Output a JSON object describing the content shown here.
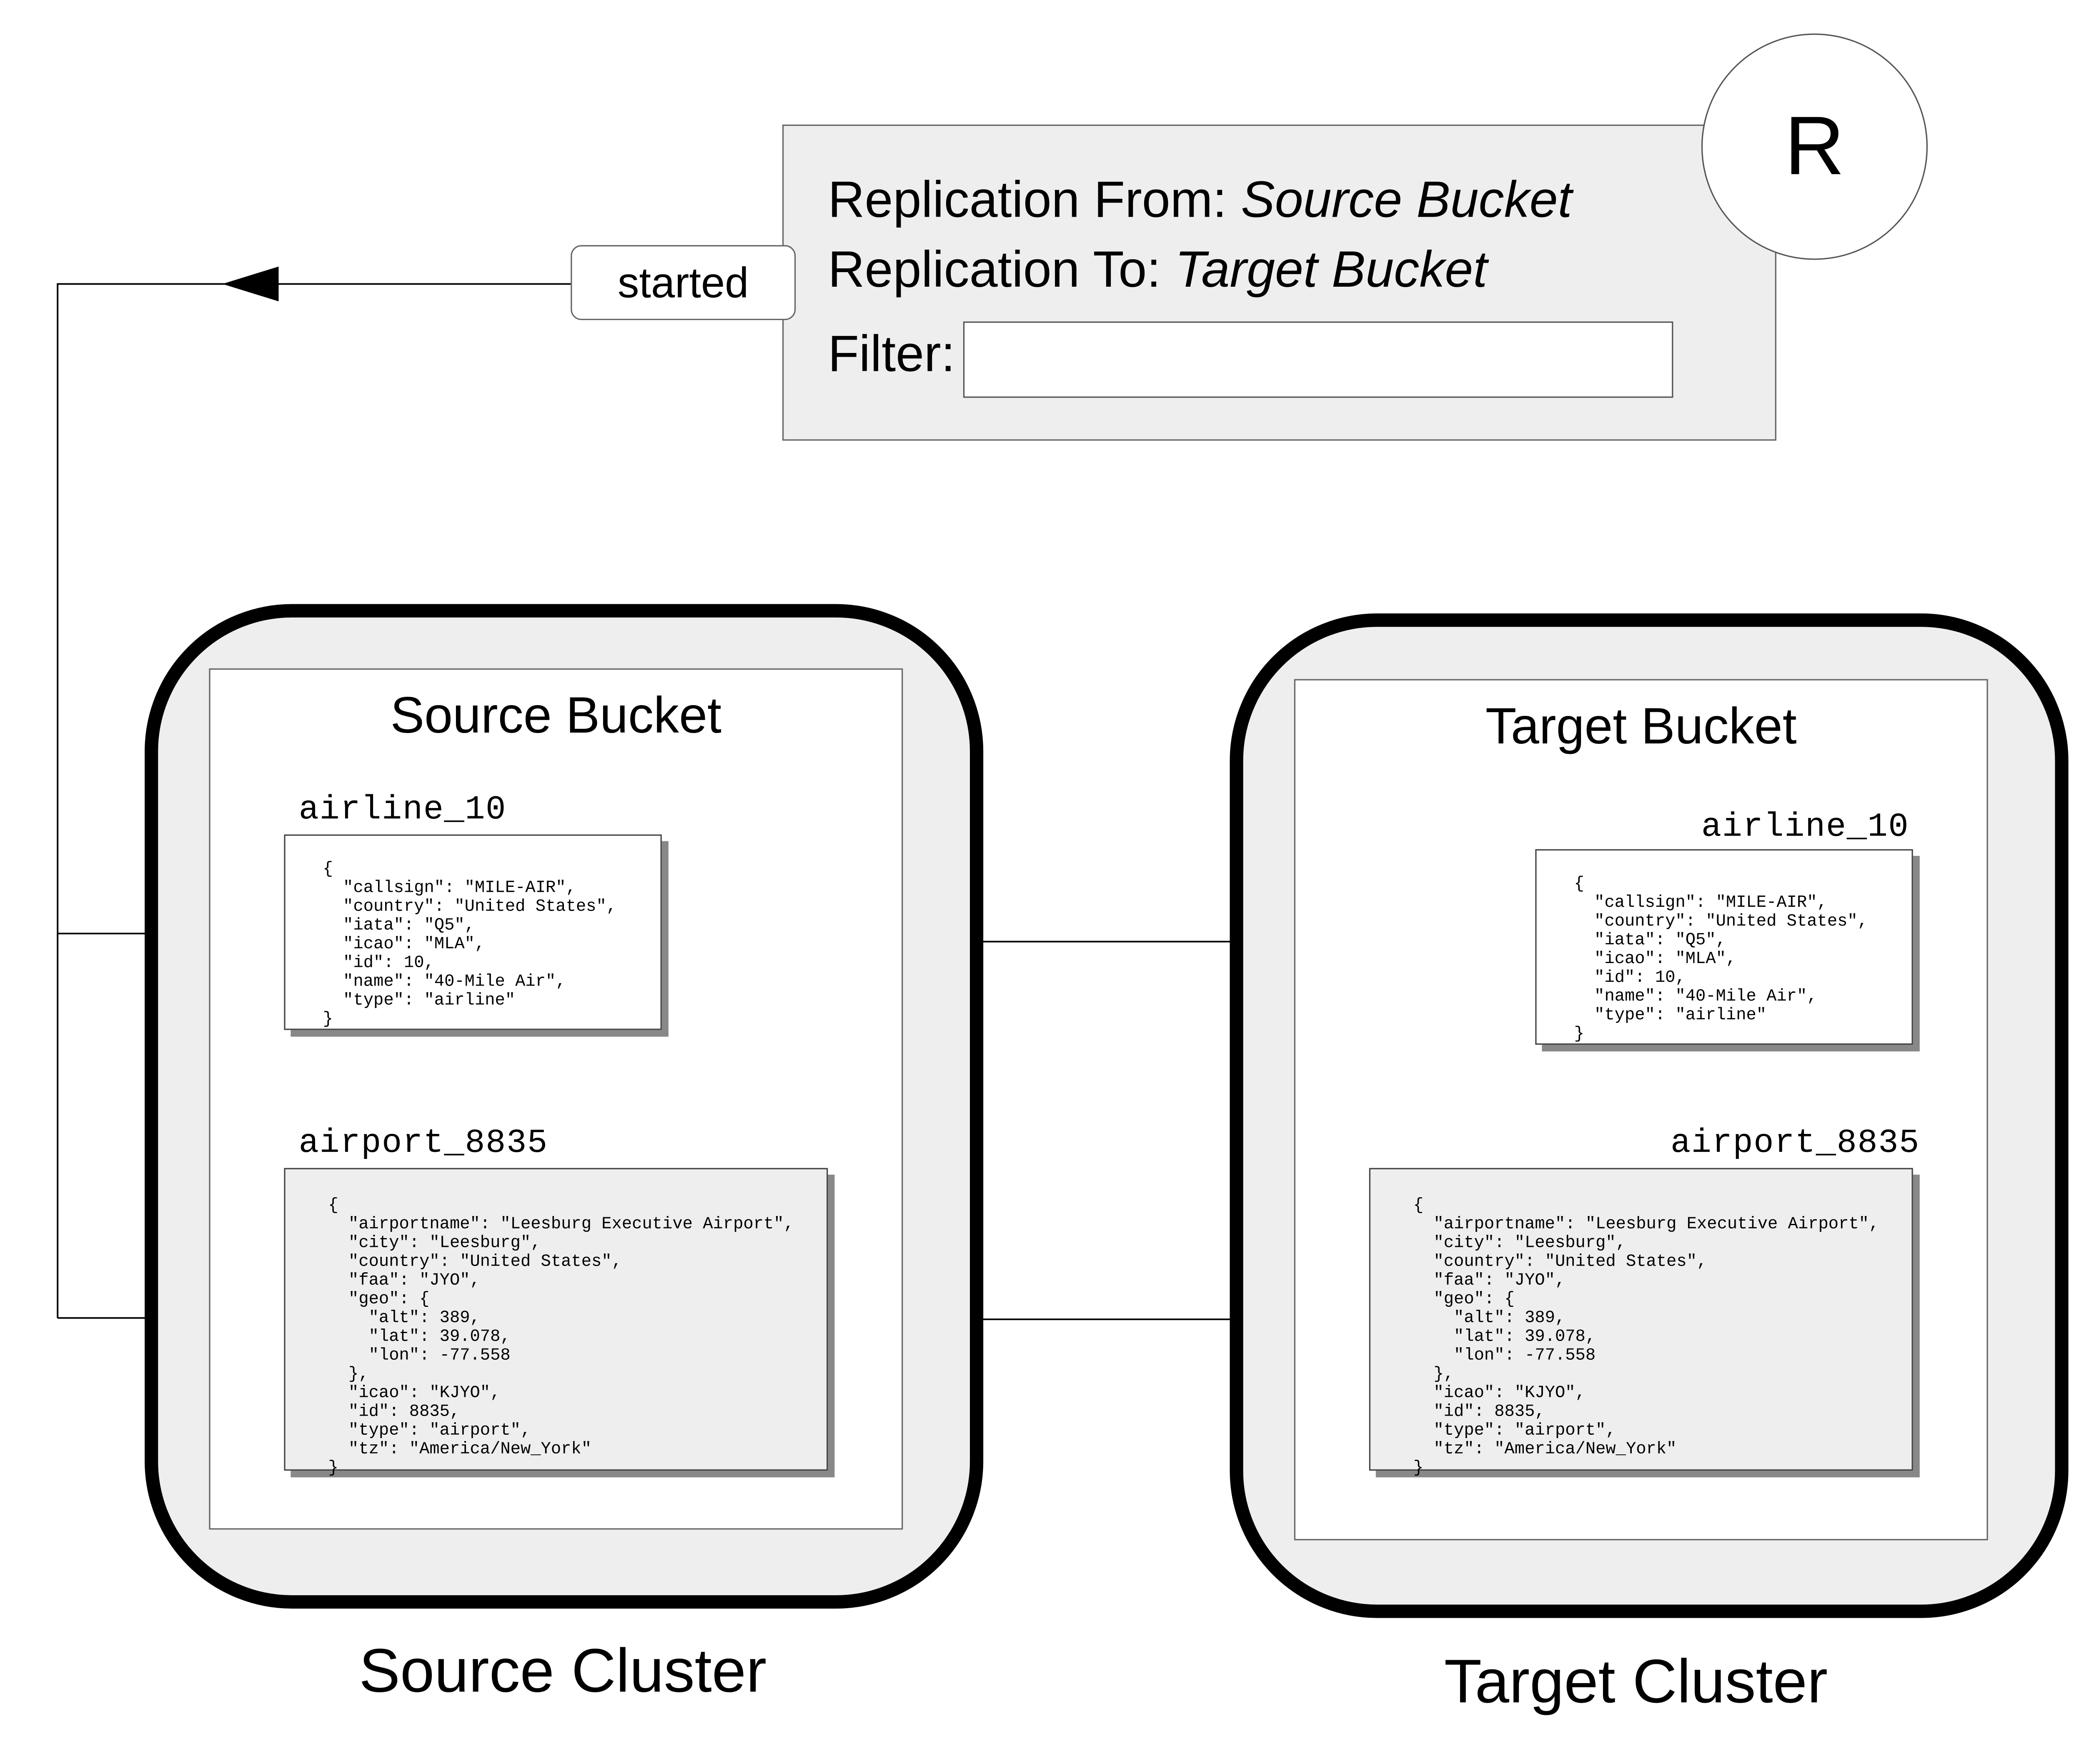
{
  "replication": {
    "from_label": "Replication From: ",
    "from_value": "Source Bucket",
    "to_label": "Replication To: ",
    "to_value": "Target Bucket",
    "filter_label": "Filter:",
    "filter_value": "",
    "badge": "R"
  },
  "status": "started",
  "source": {
    "cluster_label": "Source Cluster",
    "bucket_title": "Source Bucket",
    "docs": [
      {
        "id": "airline_10",
        "json": "{\n  \"callsign\": \"MILE-AIR\",\n  \"country\": \"United States\",\n  \"iata\": \"Q5\",\n  \"icao\": \"MLA\",\n  \"id\": 10,\n  \"name\": \"40-Mile Air\",\n  \"type\": \"airline\"\n}"
      },
      {
        "id": "airport_8835",
        "json": "{\n  \"airportname\": \"Leesburg Executive Airport\",\n  \"city\": \"Leesburg\",\n  \"country\": \"United States\",\n  \"faa\": \"JYO\",\n  \"geo\": {\n    \"alt\": 389,\n    \"lat\": 39.078,\n    \"lon\": -77.558\n  },\n  \"icao\": \"KJYO\",\n  \"id\": 8835,\n  \"type\": \"airport\",\n  \"tz\": \"America/New_York\"\n}"
      }
    ]
  },
  "target": {
    "cluster_label": "Target Cluster",
    "bucket_title": "Target Bucket",
    "docs": [
      {
        "id": "airline_10",
        "json": "{\n  \"callsign\": \"MILE-AIR\",\n  \"country\": \"United States\",\n  \"iata\": \"Q5\",\n  \"icao\": \"MLA\",\n  \"id\": 10,\n  \"name\": \"40-Mile Air\",\n  \"type\": \"airline\"\n}"
      },
      {
        "id": "airport_8835",
        "json": "{\n  \"airportname\": \"Leesburg Executive Airport\",\n  \"city\": \"Leesburg\",\n  \"country\": \"United States\",\n  \"faa\": \"JYO\",\n  \"geo\": {\n    \"alt\": 389,\n    \"lat\": 39.078,\n    \"lon\": -77.558\n  },\n  \"icao\": \"KJYO\",\n  \"id\": 8835,\n  \"type\": \"airport\",\n  \"tz\": \"America/New_York\"\n}"
      }
    ]
  }
}
